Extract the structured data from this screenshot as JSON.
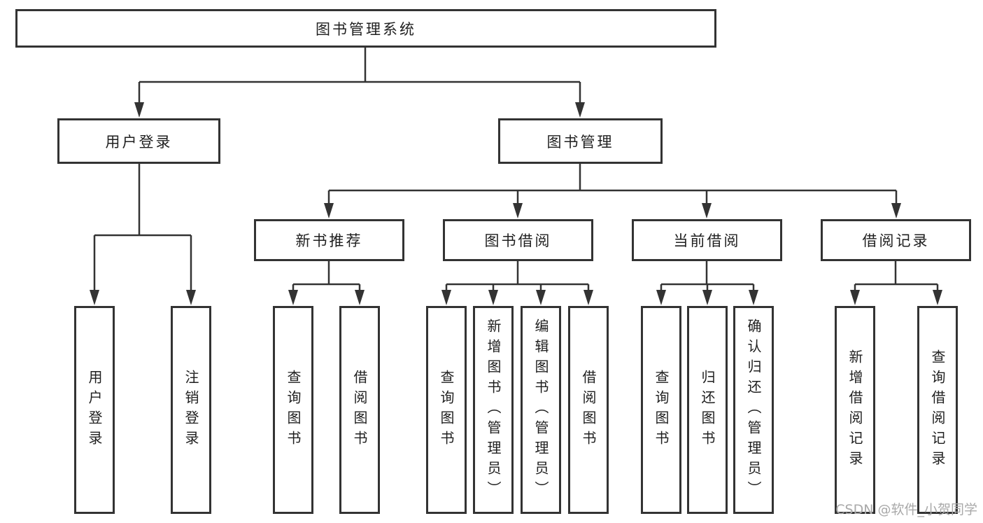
{
  "diagram": {
    "root": {
      "label": "图书管理系统"
    },
    "branches": {
      "user_login": {
        "label": "用户登录",
        "children": [
          {
            "label": "用户登录"
          },
          {
            "label": "注销登录"
          }
        ]
      },
      "book_management": {
        "label": "图书管理",
        "sections": [
          {
            "label": "新书推荐",
            "children": [
              {
                "label": "查询图书"
              },
              {
                "label": "借阅图书"
              }
            ]
          },
          {
            "label": "图书借阅",
            "children": [
              {
                "label": "查询图书"
              },
              {
                "label": "新增图书（管理员）"
              },
              {
                "label": "编辑图书（管理员）"
              },
              {
                "label": "借阅图书"
              }
            ]
          },
          {
            "label": "当前借阅",
            "children": [
              {
                "label": "查询图书"
              },
              {
                "label": "归还图书"
              },
              {
                "label": "确认归还（管理员）"
              }
            ]
          },
          {
            "label": "借阅记录",
            "children": [
              {
                "label": "新增借阅记录"
              },
              {
                "label": "查询借阅记录"
              }
            ]
          }
        ]
      }
    },
    "watermark": "CSDN @软件_小贺同学",
    "colors": {
      "line": "#333333",
      "text": "#1f1f1f",
      "watermark": "#a9a9a9",
      "background": "#ffffff"
    }
  }
}
